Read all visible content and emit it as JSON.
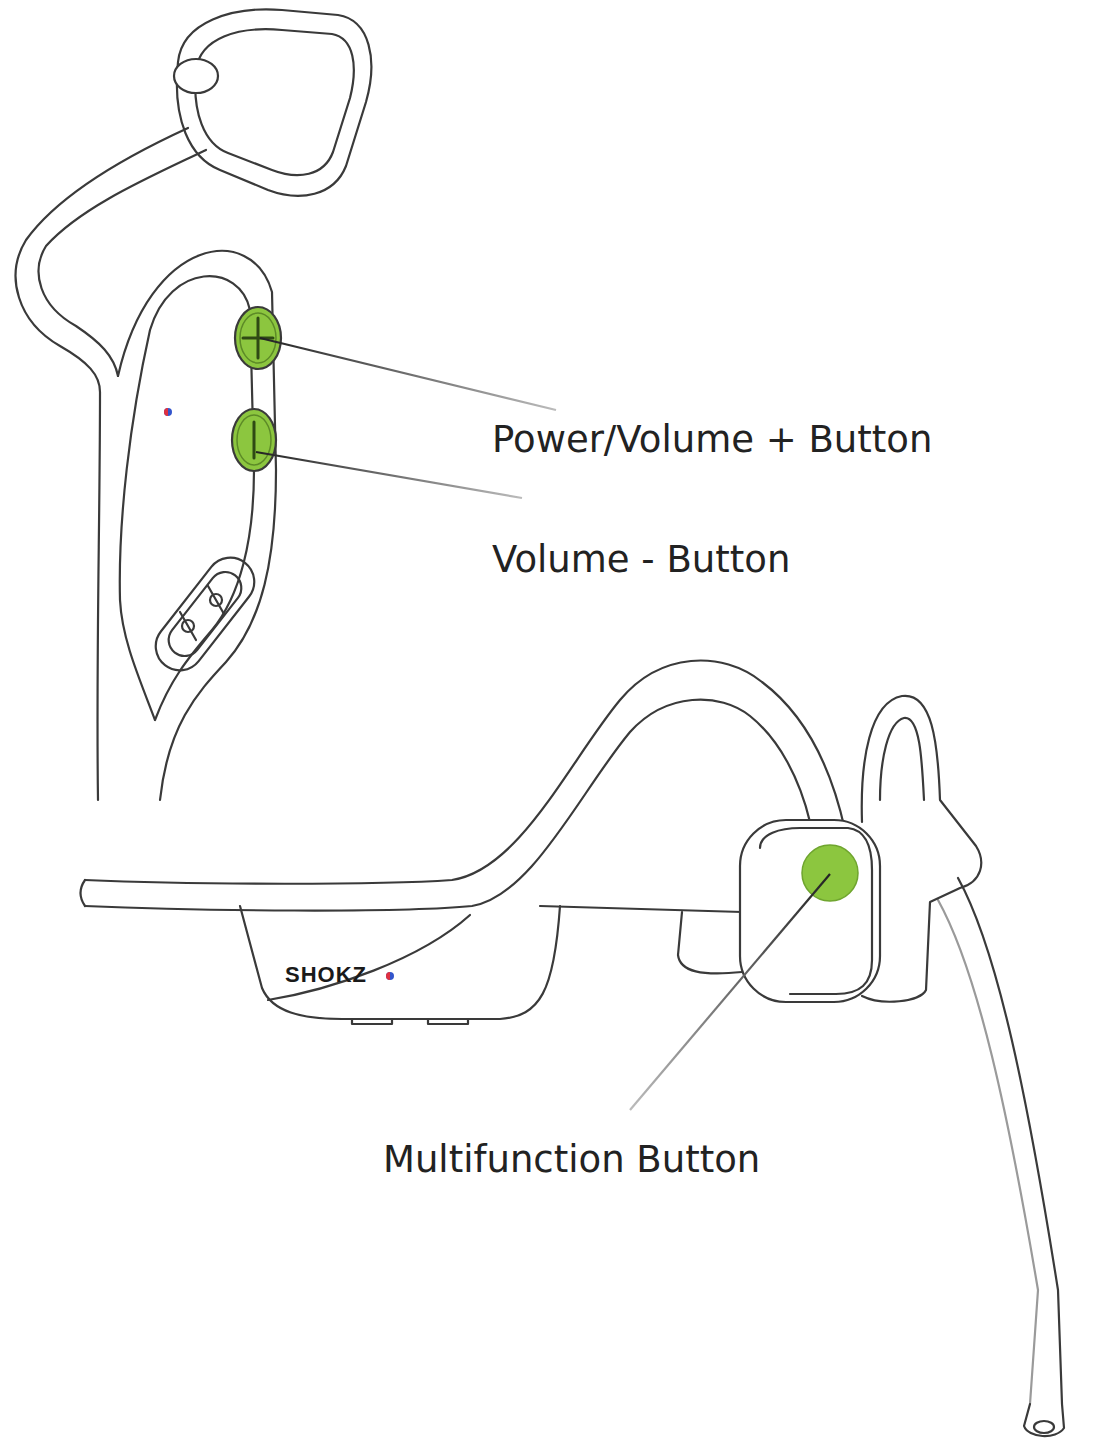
{
  "diagram": {
    "labels": [
      "Power/Volume + Button",
      "Volume - Button",
      "Multifunction Button",
      "SHOKZ"
    ]
  }
}
